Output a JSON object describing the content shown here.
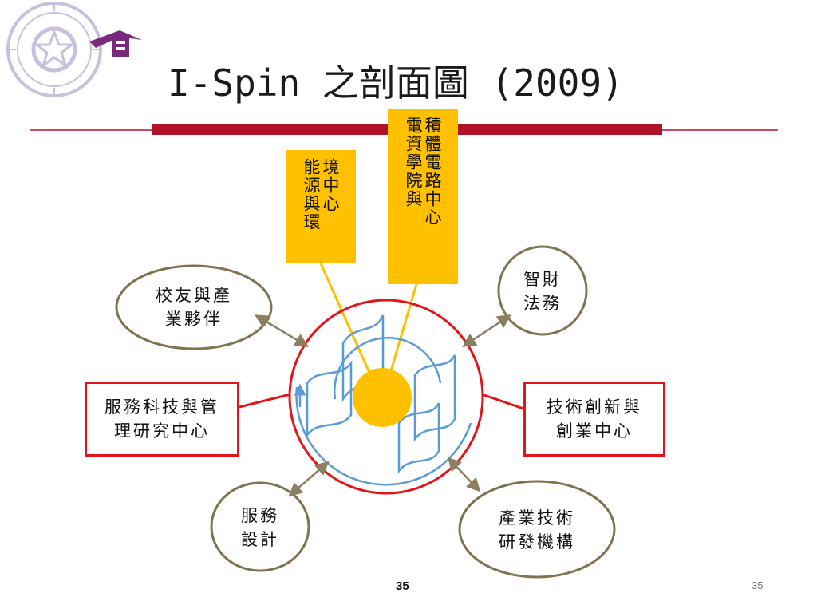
{
  "header": {
    "title": "I-Spin 之剖面圖 (2009)",
    "logo": "national-tsing-hua-university-seal"
  },
  "diagram": {
    "top_boxes": [
      {
        "lines": [
          "能源與環",
          "境中心"
        ]
      },
      {
        "lines": [
          "電資學院與",
          "積體電路中心"
        ]
      }
    ],
    "ovals": {
      "alumni": "校友與產\n業夥伴",
      "ip_law": "智財\n法務",
      "service_design": "服務\n設計",
      "industry_rnd": "產業技術\n研發機構"
    },
    "rects": {
      "service_center": "服務科技與管\n理研究中心",
      "innovation_center": "技術創新與\n創業中心"
    },
    "colors": {
      "accent_red": "#e4141b",
      "oval_border": "#7f7350",
      "gold": "#ffc000",
      "arrow_blue": "#5b9bd5",
      "header_bar": "#b0122a"
    }
  },
  "footer": {
    "page_center": "35",
    "page_right": "35"
  }
}
